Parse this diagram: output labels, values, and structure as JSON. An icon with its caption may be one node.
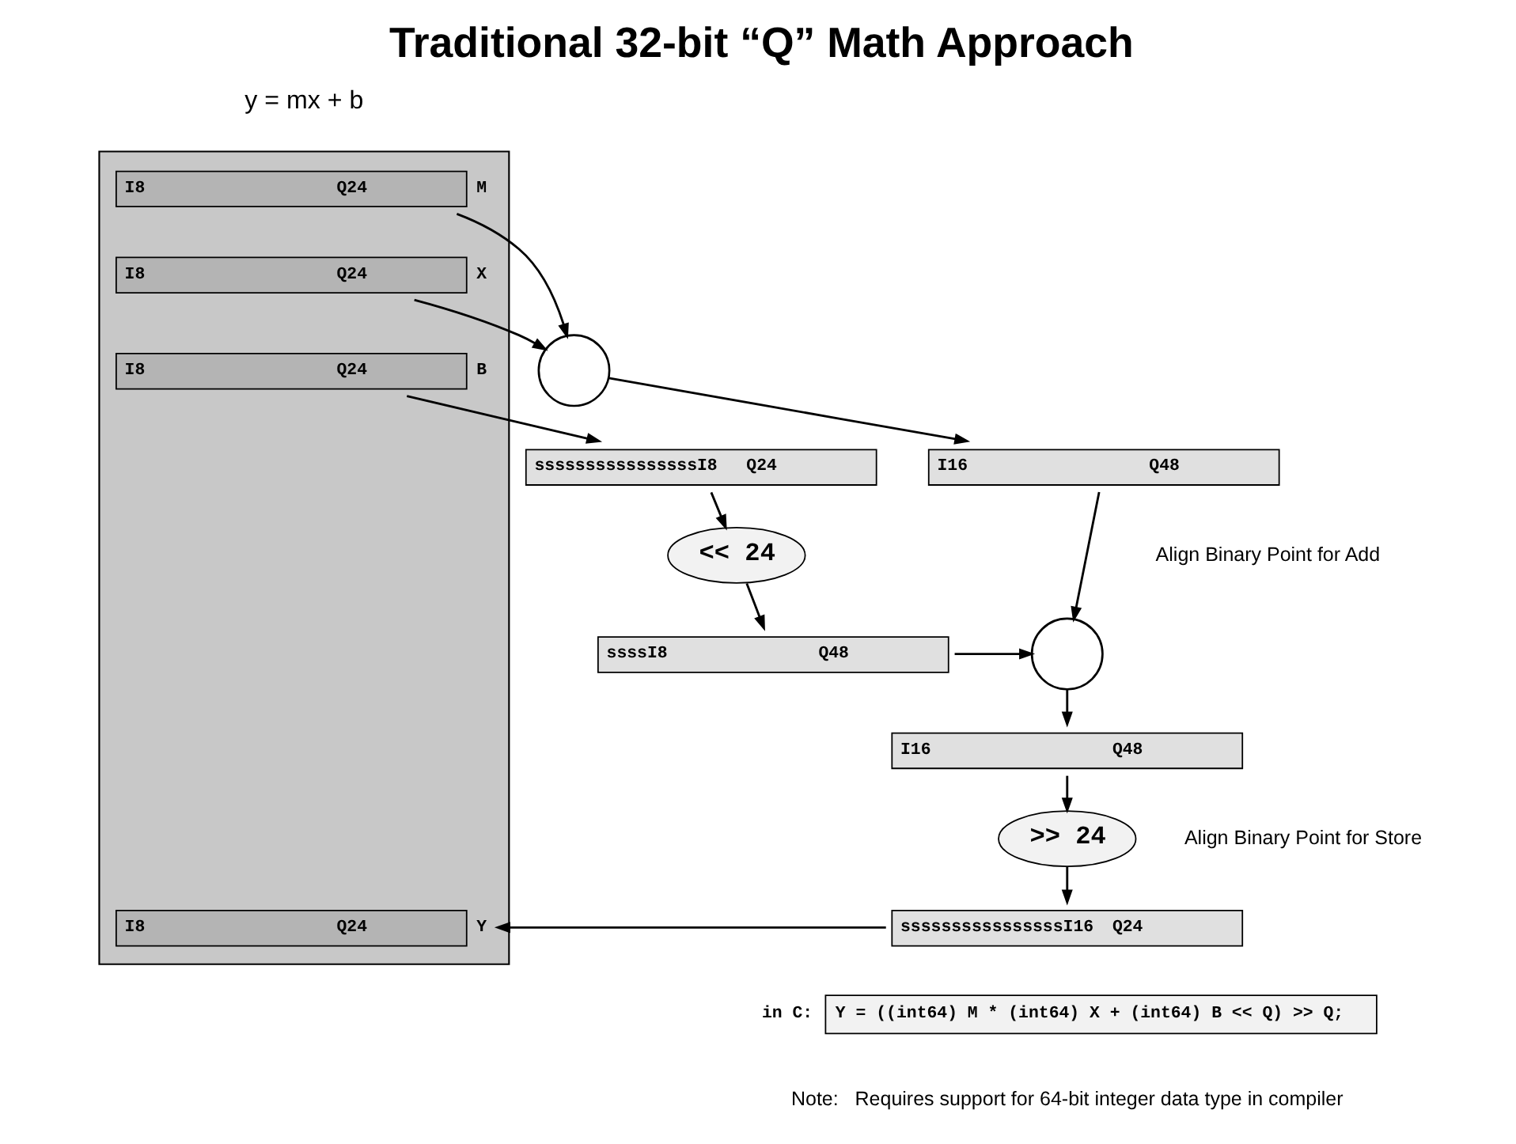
{
  "diagram": {
    "title": "Traditional 32-bit “Q” Math Approach",
    "nodes": [
      {
        "text": [],
        "shape": "box"
      },
      {
        "text": [
          "I8",
          "Q24"
        ],
        "in": 0,
        "beside": [
          "M"
        ]
      },
      {
        "text": [
          "I8",
          "Q24"
        ],
        "in": 0,
        "beside": [
          "X"
        ]
      },
      {
        "text": [
          "I8",
          "Q24"
        ],
        "in": 0,
        "beside": [
          "B"
        ]
      },
      {
        "text": [
          "I8",
          "Q24"
        ],
        "in": 0,
        "beside": [
          "Y"
        ]
      },
      {
        "text": [],
        "shape": "circle"
      },
      {
        "text": [
          "I16",
          "Q48"
        ]
      },
      {
        "text": [
          "ssssssssssssssssI8",
          "Q24"
        ]
      },
      {
        "text": [
          "<< 24"
        ]
      },
      {
        "text": [
          "ssssI8",
          "Q48"
        ]
      },
      {
        "text": [],
        "shape": "circle"
      },
      {
        "text": [
          "I16",
          "Q48"
        ]
      },
      {
        "text": [
          ">> 24"
        ]
      },
      {
        "text": [
          "ssssssssssssssssI16",
          "Q24"
        ]
      },
      {
        "text": [
          "Y = ((int64) M * (int64) X + (int64) B << Q) >> Q;"
        ],
        "beside": [
          "in C:"
        ]
      }
    ],
    "edges": [
      {
        "from": 1,
        "to": 5,
        "arrow": "to"
      },
      {
        "from": 2,
        "to": 5,
        "arrow": "to"
      },
      {
        "from": 5,
        "to": 6,
        "arrow": "to"
      },
      {
        "from": 3,
        "to": 7,
        "arrow": "to"
      },
      {
        "from": 7,
        "to": 8,
        "arrow": "to"
      },
      {
        "from": 8,
        "to": 9,
        "arrow": "to"
      },
      {
        "from": 6,
        "to": 10,
        "arrow": "to"
      },
      {
        "from": 9,
        "to": 10,
        "arrow": "to"
      },
      {
        "from": 10,
        "to": 11,
        "arrow": "to"
      },
      {
        "from": 11,
        "to": 12,
        "arrow": "to"
      },
      {
        "from": 12,
        "to": 13,
        "arrow": "to"
      },
      {
        "from": 13,
        "to": 4,
        "arrow": "to"
      }
    ],
    "labels": [
      "y = mx + b",
      "Align Binary Point for Add",
      "Align Binary Point for Store",
      "Note:   Requires support for 64-bit integer data type in compiler"
    ]
  }
}
